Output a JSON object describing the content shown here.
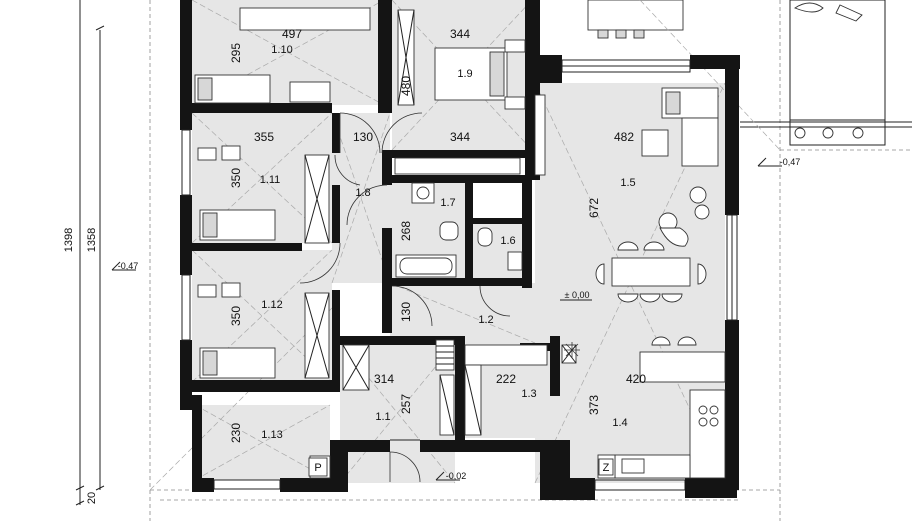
{
  "dimensions": {
    "d497": "497",
    "d295": "295",
    "d344a": "344",
    "d480": "480",
    "d355": "355",
    "d130a": "130",
    "d344b": "344",
    "d482": "482",
    "d350a": "350",
    "d268": "268",
    "d672": "672",
    "d350b": "350",
    "d130b": "130",
    "d314": "314",
    "d222": "222",
    "d420": "420",
    "d257": "257",
    "d373": "373",
    "d230": "230",
    "total_1398": "1398",
    "total_1358": "1358",
    "total_20": "20"
  },
  "rooms": {
    "r1_10": "1.10",
    "r1_9": "1.9",
    "r1_11": "1.11",
    "r1_8": "1.8",
    "r1_7": "1.7",
    "r1_6": "1.6",
    "r1_5": "1.5",
    "r1_12": "1.12",
    "r1_2": "1.2",
    "r1_3": "1.3",
    "r1_1": "1.1",
    "r1_4": "1.4",
    "r1_13": "1.13"
  },
  "levels": {
    "left": "-0,47",
    "right": "-0,47",
    "center": "± 0,00",
    "entry": "-0,02"
  },
  "markers": {
    "parking": "P",
    "fridge": "Z"
  }
}
